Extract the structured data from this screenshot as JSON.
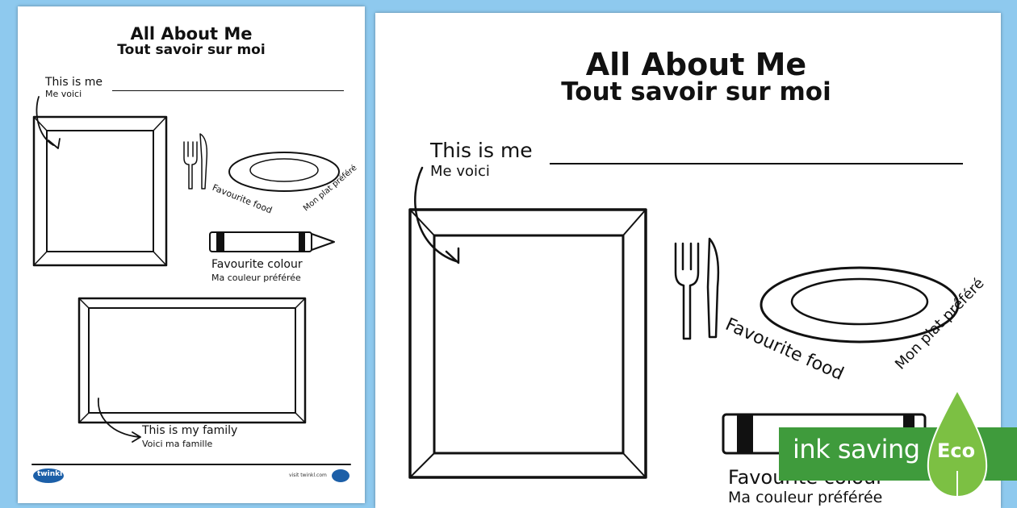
{
  "worksheet": {
    "title": "All About Me",
    "subtitle": "Tout savoir sur moi",
    "this_is_me": "This is me",
    "me_voici": "Me voici",
    "favourite_food": "Favourite food",
    "mon_plat": "Mon plat préféré",
    "favourite_colour": "Favourite colour",
    "ma_couleur": "Ma couleur préférée",
    "this_is_my_family": "This is my family",
    "voici_ma_famille": "Voici ma famille"
  },
  "footer": {
    "logo": "twinkl",
    "url": "visit twinkl.com"
  },
  "badge": {
    "label": "ink saving",
    "eco": "Eco"
  },
  "colors": {
    "background": "#8ec9ee",
    "badge_green": "#3f9b3c",
    "leaf_green": "#7cc043",
    "twinkl_blue": "#1c5fa8"
  },
  "icons": [
    "fork-icon",
    "knife-icon",
    "plate-icon",
    "crayon-icon",
    "arrow-icon",
    "leaf-icon"
  ]
}
